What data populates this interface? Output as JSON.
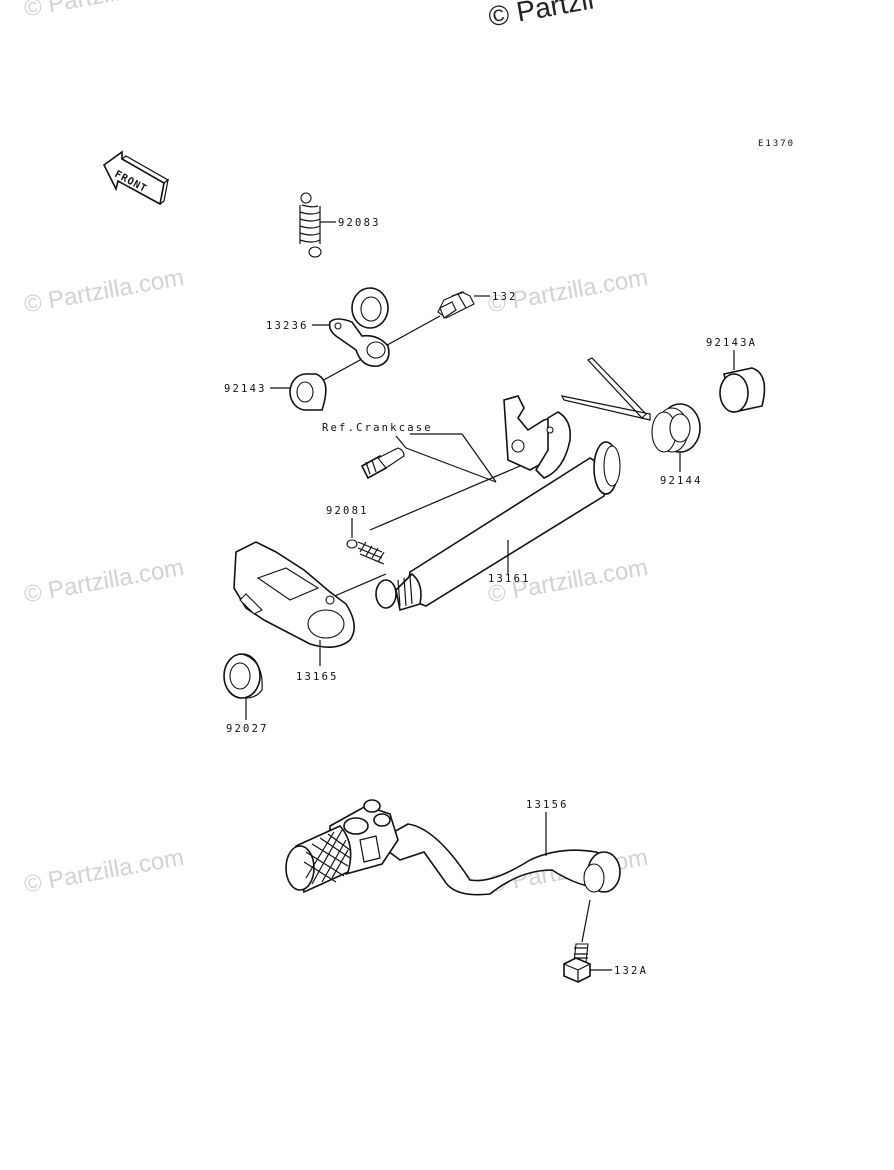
{
  "watermark": {
    "text": "© Partzilla.com",
    "top_fragment": "© Partzil"
  },
  "figure_code": "E1370",
  "front_label": "FRONT",
  "reference_label": "Ref.Crankcase",
  "part_labels": {
    "spring_92083": "92083",
    "bolt_132": "132",
    "lever_13236": "13236",
    "collar_92143": "92143",
    "collar_92143A": "92143A",
    "spring_92144": "92144",
    "spring_92081": "92081",
    "shaft_13161": "13161",
    "plate_13165": "13165",
    "seal_92027": "92027",
    "pedal_13156": "13156",
    "bolt_132A": "132A"
  },
  "colors": {
    "line": "#111111",
    "watermark": "#d2d2d2",
    "background": "#ffffff"
  }
}
